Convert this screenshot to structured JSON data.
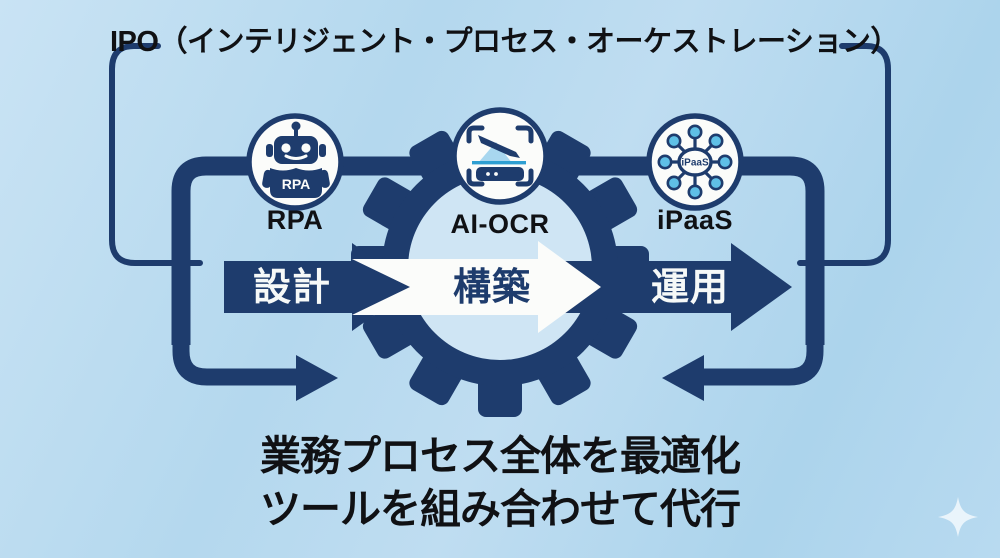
{
  "title": {
    "text": "IPO（インテリジェント・プロセス・オーケストレーション）"
  },
  "tools": [
    {
      "id": "rpa",
      "label": "RPA",
      "badge": "RPA",
      "icon": "robot-icon"
    },
    {
      "id": "ai-ocr",
      "label": "AI-OCR",
      "icon": "scanner-icon"
    },
    {
      "id": "ipaas",
      "label": "iPaaS",
      "badge": "iPaaS",
      "icon": "hub-icon"
    }
  ],
  "steps": [
    {
      "label": "設計",
      "style": "navy"
    },
    {
      "label": "構築",
      "style": "white"
    },
    {
      "label": "運用",
      "style": "navy"
    }
  ],
  "caption": {
    "line1": "業務プロセス全体を最適化",
    "line2": "ツールを組み合わせて代行"
  },
  "colors": {
    "background": "#b6d9ee",
    "navy": "#1e3c6d",
    "gear_inner": "#cfe5f4",
    "white_shape": "#fbfcfa",
    "node_blue": "#5fc0e6",
    "beam_blue": "#2e9fd2",
    "paper_blue": "#a8d7ef",
    "text_black": "#101114",
    "sparkle": "#e9f4fb"
  }
}
